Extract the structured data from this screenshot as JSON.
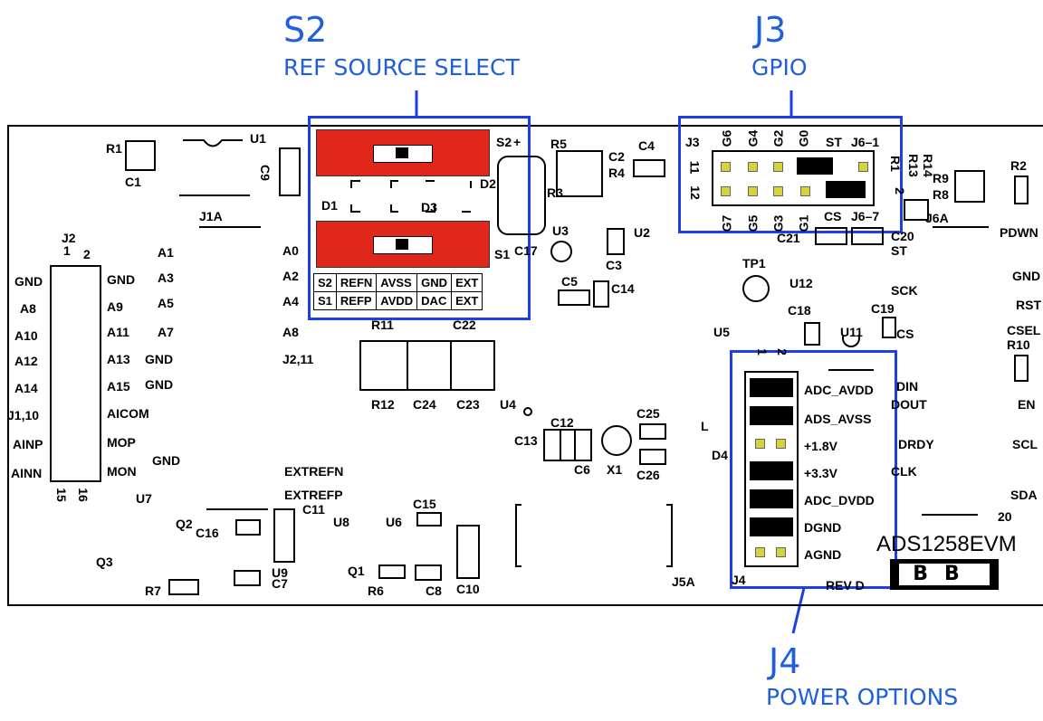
{
  "callouts": {
    "s2": {
      "title": "S2",
      "subtitle": "REF SOURCE SELECT"
    },
    "j3": {
      "title": "J3",
      "subtitle": "GPIO"
    },
    "j4": {
      "title": "J4",
      "subtitle": "POWER OPTIONS"
    }
  },
  "board": {
    "name": "ADS1258EVM",
    "rev": "REV D",
    "logo_text": "BB",
    "colors": {
      "callout": "#1f5fdc",
      "box": "#1f3fe6",
      "switch": "#e0271a",
      "pin": "#d6d23a"
    }
  },
  "s2_table": {
    "rows": [
      [
        "S2",
        "REFN",
        "AVSS",
        "GND",
        "EXT"
      ],
      [
        "S1",
        "REFP",
        "AVDD",
        "DAC",
        "EXT"
      ]
    ]
  },
  "j4_options": [
    "ADC_AVDD",
    "ADS_AVSS",
    "+1.8V",
    "+3.3V",
    "ADC_DVDD",
    "DGND",
    "AGND"
  ],
  "j3_top_labels": [
    "J3",
    "G6",
    "G4",
    "G2",
    "G0",
    "ST",
    "J6–1"
  ],
  "j3_bottom_labels": [
    "G7",
    "G5",
    "G3",
    "G1",
    "CS",
    "J6–7"
  ],
  "j2_left": [
    "GND",
    "A8",
    "A10",
    "A12",
    "A14",
    "J1,10",
    "AINP",
    "AINN"
  ],
  "j2_right": [
    "GND",
    "A9",
    "A11",
    "A13",
    "A15",
    "AICOM",
    "MOP",
    "MON"
  ],
  "a_col": [
    "A1",
    "A3",
    "A5",
    "A7",
    "GND",
    "GND"
  ],
  "a0_col": [
    "A0",
    "A2",
    "A4",
    "A8",
    "J2,11"
  ],
  "right_edge": [
    "PDWN",
    "GND",
    "RST",
    "CSEL",
    "EN",
    "SCL",
    "SDA"
  ],
  "mid_right": [
    "SCK",
    "CS",
    "DIN",
    "DOUT",
    "DRDY",
    "CLK"
  ],
  "refs": {
    "r1": "R1",
    "c1": "C1",
    "u1": "U1",
    "c9": "C9",
    "j1a": "J1A",
    "j2": "J2",
    "j2_p1": "1",
    "j2_p2": "2",
    "j2_p15": "15",
    "j2_p16": "16",
    "s2_lbl": "S2",
    "s1_lbl": "S1",
    "d1": "D1",
    "d2": "D2",
    "d3": "D3",
    "r5": "R5",
    "c2": "C2",
    "c4": "C4",
    "r4": "R4",
    "r3": "R3",
    "u3": "U3",
    "c17": "C17",
    "u2": "U2",
    "c3": "C3",
    "c5": "C5",
    "c14": "C14",
    "tp1": "TP1",
    "u12": "U12",
    "c18": "C18",
    "c19": "C19",
    "u11": "U11",
    "c21": "C21",
    "c20": "C20",
    "st": "ST",
    "j6a": "J6A",
    "r1b": "R1",
    "r13": "R13",
    "r14": "R14",
    "r9": "R9",
    "r8": "R8",
    "r2": "R2",
    "r10": "R10",
    "n11": "11",
    "n12": "12",
    "n2": "2",
    "r11": "R11",
    "c22": "C22",
    "r12": "R12",
    "c24": "C24",
    "c23": "C23",
    "u4": "U4",
    "c12": "C12",
    "c25": "C25",
    "c13": "C13",
    "c6": "C6",
    "x1": "X1",
    "c26": "C26",
    "d4": "D4",
    "u5": "U5",
    "l": "L",
    "extrefn": "EXTREFN",
    "extrefp": "EXTREFP",
    "u7": "U7",
    "q2": "Q2",
    "c16": "C16",
    "c11": "C11",
    "u8": "U8",
    "u6": "U6",
    "c15": "C15",
    "q3": "Q3",
    "q1": "Q1",
    "u9": "U9",
    "c7": "C7",
    "r7": "R7",
    "r6": "R6",
    "c8": "C8",
    "c10": "C10",
    "j5a": "J5A",
    "j4": "J4",
    "j4_p1": "1",
    "j4_p2": "2",
    "n20": "20",
    "gnd_j": "GND"
  }
}
